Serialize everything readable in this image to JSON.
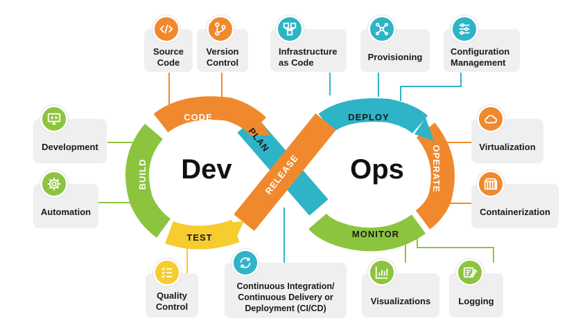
{
  "center": {
    "left": "Dev",
    "right": "Ops"
  },
  "segments": {
    "code": "CODE",
    "plan": "PLAN",
    "build": "BUILD",
    "test": "TEST",
    "release": "RELEASE",
    "deploy": "DEPLOY",
    "operate": "OPERATE",
    "monitor": "MONITOR"
  },
  "cards": {
    "source_code": "Source Code",
    "version_control": "Version Control",
    "infrastructure_as_code": "Infrastructure as Code",
    "provisioning": "Provisioning",
    "configuration_management": "Configuration Management",
    "development": "Development",
    "automation": "Automation",
    "virtualization": "Virtualization",
    "containerization": "Containerization",
    "quality_control": "Quality Control",
    "ci_cd": "Continuous Integration/ Continuous Delivery or Deployment (CI/CD)",
    "visualizations": "Visualizations",
    "logging": "Logging"
  },
  "colors": {
    "orange": "#f0892d",
    "teal": "#2eb4c6",
    "green": "#8dc43f",
    "yellow": "#f6cc2f",
    "card": "#efefef"
  },
  "icons": {
    "source_code": "code-brackets-icon",
    "version_control": "branch-icon",
    "infrastructure_as_code": "network-blocks-icon",
    "provisioning": "hub-nodes-icon",
    "configuration_management": "sliders-icon",
    "development": "monitor-code-icon",
    "automation": "gear-icon",
    "virtualization": "cloud-icon",
    "containerization": "container-icon",
    "quality_control": "checklist-icon",
    "ci_cd": "cycle-arrows-icon",
    "visualizations": "bar-chart-icon",
    "logging": "log-edit-icon"
  }
}
